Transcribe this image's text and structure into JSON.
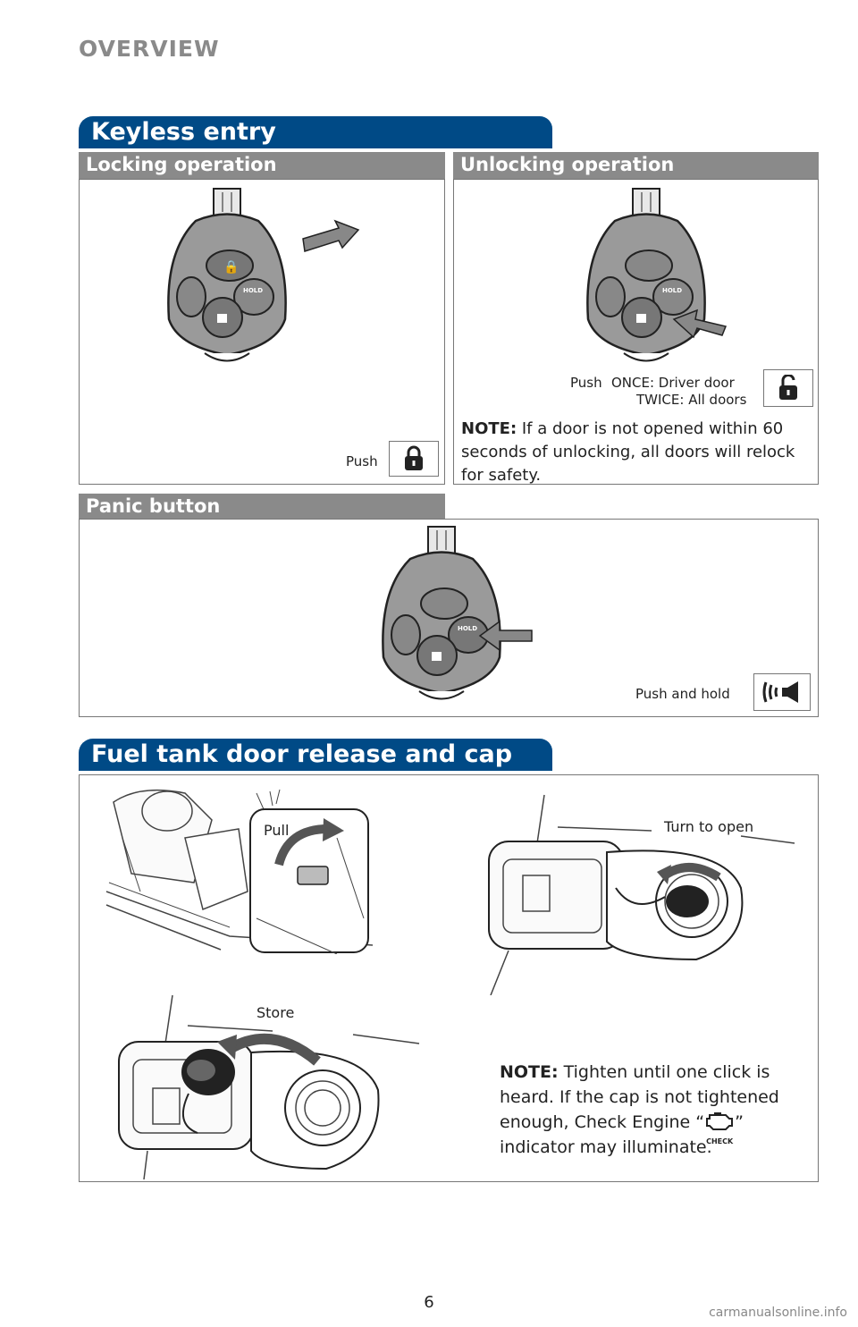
{
  "header": {
    "section": "OVERVIEW"
  },
  "keyless": {
    "title": "Keyless entry",
    "locking": {
      "heading": "Locking operation",
      "push_label": "Push"
    },
    "unlocking": {
      "heading": "Unlocking operation",
      "push_label": "Push",
      "once": "ONCE: Driver door",
      "twice": "TWICE: All doors",
      "note_label": "NOTE:",
      "note_text": " If a door is not opened within 60 seconds of unlocking, all doors will relock for safety."
    },
    "panic": {
      "heading": "Panic button",
      "push_label": "Push and hold"
    },
    "fob_button_label": "HOLD"
  },
  "fuel": {
    "title": "Fuel tank door release and cap",
    "pull_label": "Pull",
    "turn_label": "Turn to open",
    "store_label": "Store",
    "note_label": "NOTE:",
    "note_text_1": " Tighten until one click is heard. If the cap is not tightened enough, Check Engine “",
    "note_text_2": "” indicator may illuminate.",
    "check_label": "CHECK"
  },
  "footer": {
    "page_number": "6",
    "watermark": "carmanualsonline.info"
  },
  "colors": {
    "tab_blue": "#004a86",
    "subhead_gray": "#8a8a8a"
  }
}
